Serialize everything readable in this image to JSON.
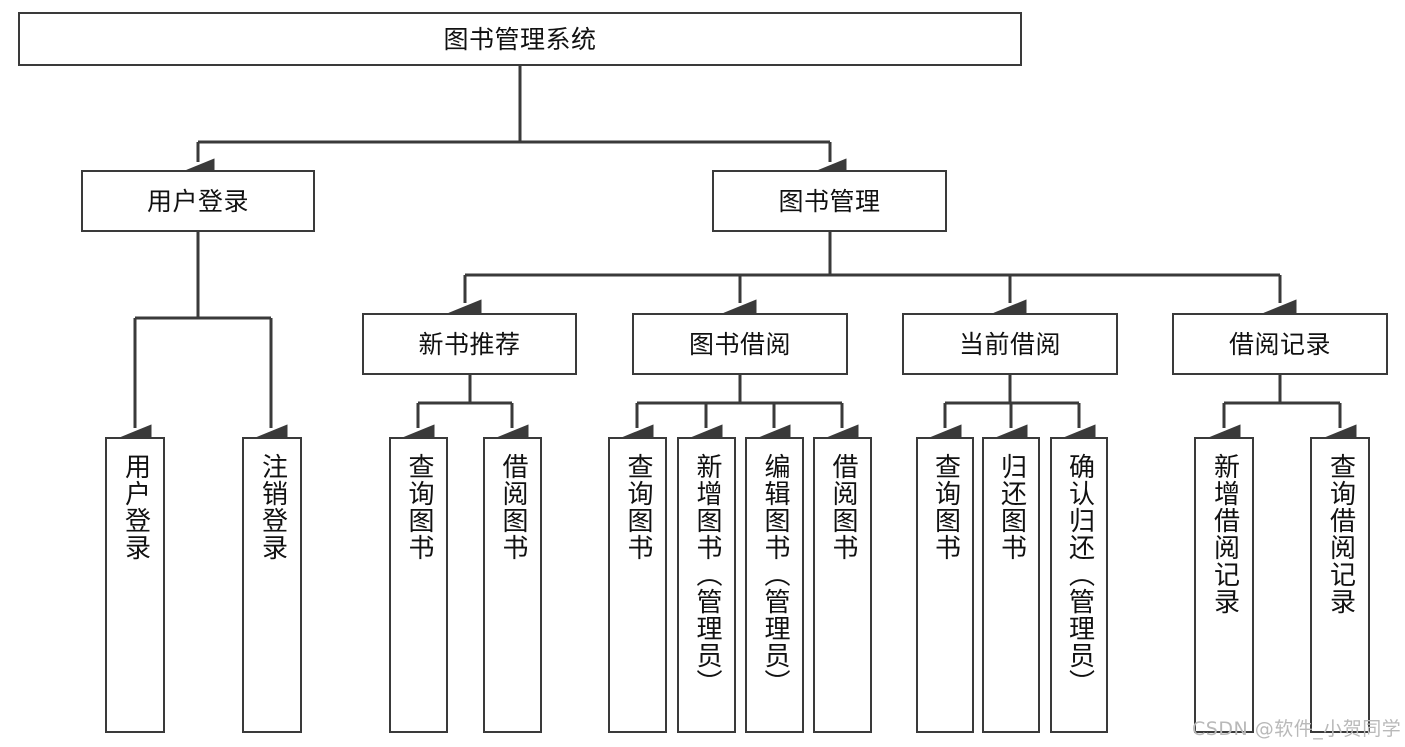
{
  "diagram": {
    "title": "图书管理系统",
    "type": "hierarchy-tree",
    "orientation": "top-down",
    "watermark": "CSDN @软件_小贺同学",
    "colors": {
      "box_border": "#3a3a3a",
      "box_fill": "#ffffff",
      "edge": "#3a3a3a",
      "text": "#111111",
      "watermark": "#b9b9b9",
      "background": "#ffffff"
    },
    "levels": [
      {
        "level": 1,
        "nodes": [
          {
            "id": "root",
            "label": "图书管理系统",
            "text_direction": "horizontal"
          }
        ]
      },
      {
        "level": 2,
        "nodes": [
          {
            "id": "login",
            "label": "用户登录",
            "text_direction": "horizontal",
            "parent": "root"
          },
          {
            "id": "bookmgmt",
            "label": "图书管理",
            "text_direction": "horizontal",
            "parent": "root"
          }
        ]
      },
      {
        "level": 3,
        "nodes": [
          {
            "id": "newbook",
            "label": "新书推荐",
            "text_direction": "horizontal",
            "parent": "bookmgmt"
          },
          {
            "id": "borrow",
            "label": "图书借阅",
            "text_direction": "horizontal",
            "parent": "bookmgmt"
          },
          {
            "id": "current",
            "label": "当前借阅",
            "text_direction": "horizontal",
            "parent": "bookmgmt"
          },
          {
            "id": "records",
            "label": "借阅记录",
            "text_direction": "horizontal",
            "parent": "bookmgmt"
          }
        ]
      },
      {
        "level": 4,
        "nodes": [
          {
            "id": "leaf1",
            "label": "用户登录",
            "text_direction": "vertical",
            "parent": "login"
          },
          {
            "id": "leaf2",
            "label": "注销登录",
            "text_direction": "vertical",
            "parent": "login"
          },
          {
            "id": "leaf3",
            "label": "查询图书",
            "text_direction": "vertical",
            "parent": "newbook"
          },
          {
            "id": "leaf4",
            "label": "借阅图书",
            "text_direction": "vertical",
            "parent": "newbook"
          },
          {
            "id": "leaf5",
            "label": "查询图书",
            "text_direction": "vertical",
            "parent": "borrow"
          },
          {
            "id": "leaf6",
            "label": "新增图书（管理员）",
            "text_direction": "vertical",
            "parent": "borrow"
          },
          {
            "id": "leaf7",
            "label": "编辑图书（管理员）",
            "text_direction": "vertical",
            "parent": "borrow"
          },
          {
            "id": "leaf8",
            "label": "借阅图书",
            "text_direction": "vertical",
            "parent": "borrow"
          },
          {
            "id": "leaf9",
            "label": "查询图书",
            "text_direction": "vertical",
            "parent": "current"
          },
          {
            "id": "leaf10",
            "label": "归还图书",
            "text_direction": "vertical",
            "parent": "current"
          },
          {
            "id": "leaf11",
            "label": "确认归还（管理员）",
            "text_direction": "vertical",
            "parent": "current"
          },
          {
            "id": "leaf12",
            "label": "新增借阅记录",
            "text_direction": "vertical",
            "parent": "records"
          },
          {
            "id": "leaf13",
            "label": "查询借阅记录",
            "text_direction": "vertical",
            "parent": "records"
          }
        ]
      }
    ]
  }
}
